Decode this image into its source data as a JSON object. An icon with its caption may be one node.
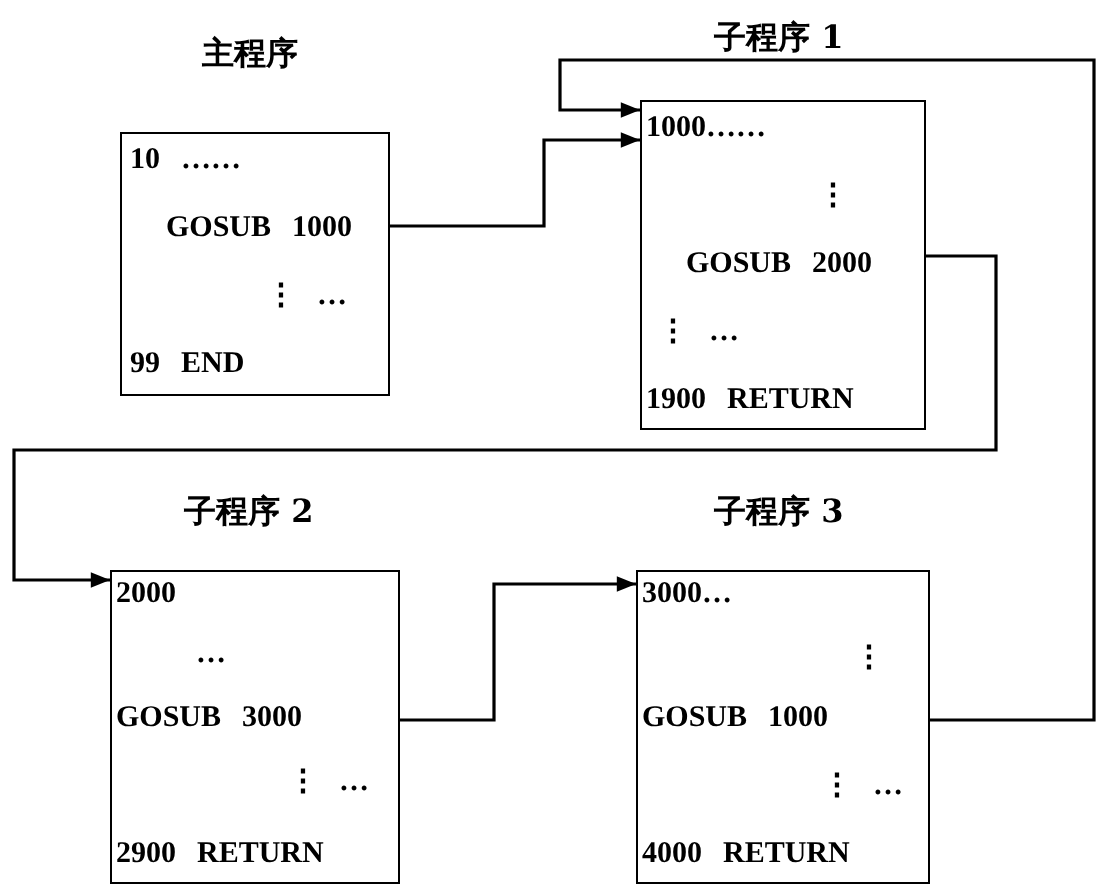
{
  "diagram": {
    "nodes": [
      {
        "text": [
          "主程序",
          "10 ……",
          "GOSUB 1000",
          "⋮ …",
          "99 END"
        ]
      },
      {
        "text": [
          "子程序 1",
          "1000……",
          "⋮",
          "GOSUB 2000",
          "⋮ …",
          "1900 RETURN"
        ]
      },
      {
        "text": [
          "子程序 2",
          "2000",
          "…",
          "GOSUB 3000",
          "⋮ …",
          "2900 RETURN"
        ]
      },
      {
        "text": [
          "子程序 3",
          "3000…",
          "⋮",
          "GOSUB 1000",
          "⋮ …",
          "4000 RETURN"
        ]
      }
    ],
    "edges": [
      {
        "from": 0,
        "to": 1,
        "arrow": "to"
      },
      {
        "from": 1,
        "to": 2,
        "arrow": "to"
      },
      {
        "from": 2,
        "to": 3,
        "arrow": "to"
      },
      {
        "from": 3,
        "to": 1,
        "arrow": "to"
      }
    ]
  }
}
